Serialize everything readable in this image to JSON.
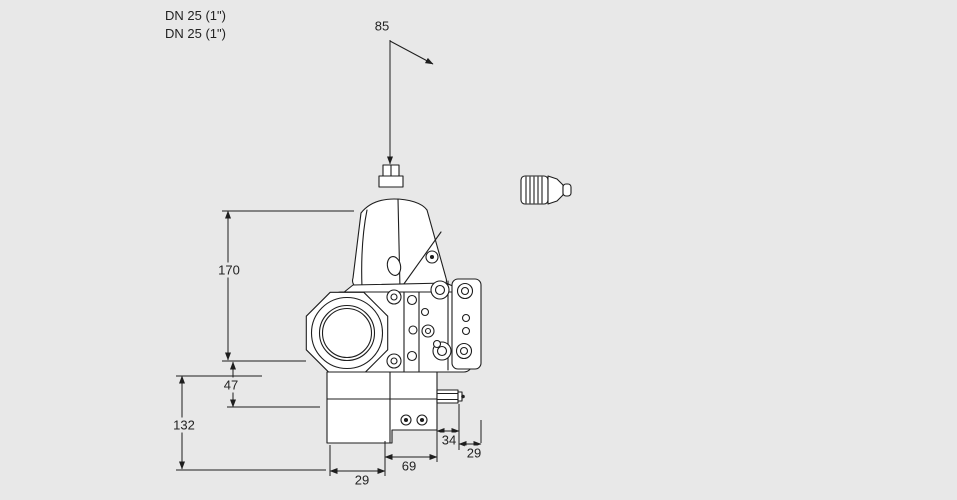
{
  "canvas": {
    "background": "#e8e8e8",
    "line_color": "#1e1e1e",
    "fill_color": "#ffffff"
  },
  "labels": {
    "dn_top": "DN 25 (1\")",
    "dn_bottom": "DN 25 (1\")"
  },
  "dimensions": {
    "d85": "85",
    "d170": "170",
    "d47": "47",
    "d132": "132",
    "d34": "34",
    "d29_right": "29",
    "d69": "69",
    "d29_bottom": "29"
  }
}
